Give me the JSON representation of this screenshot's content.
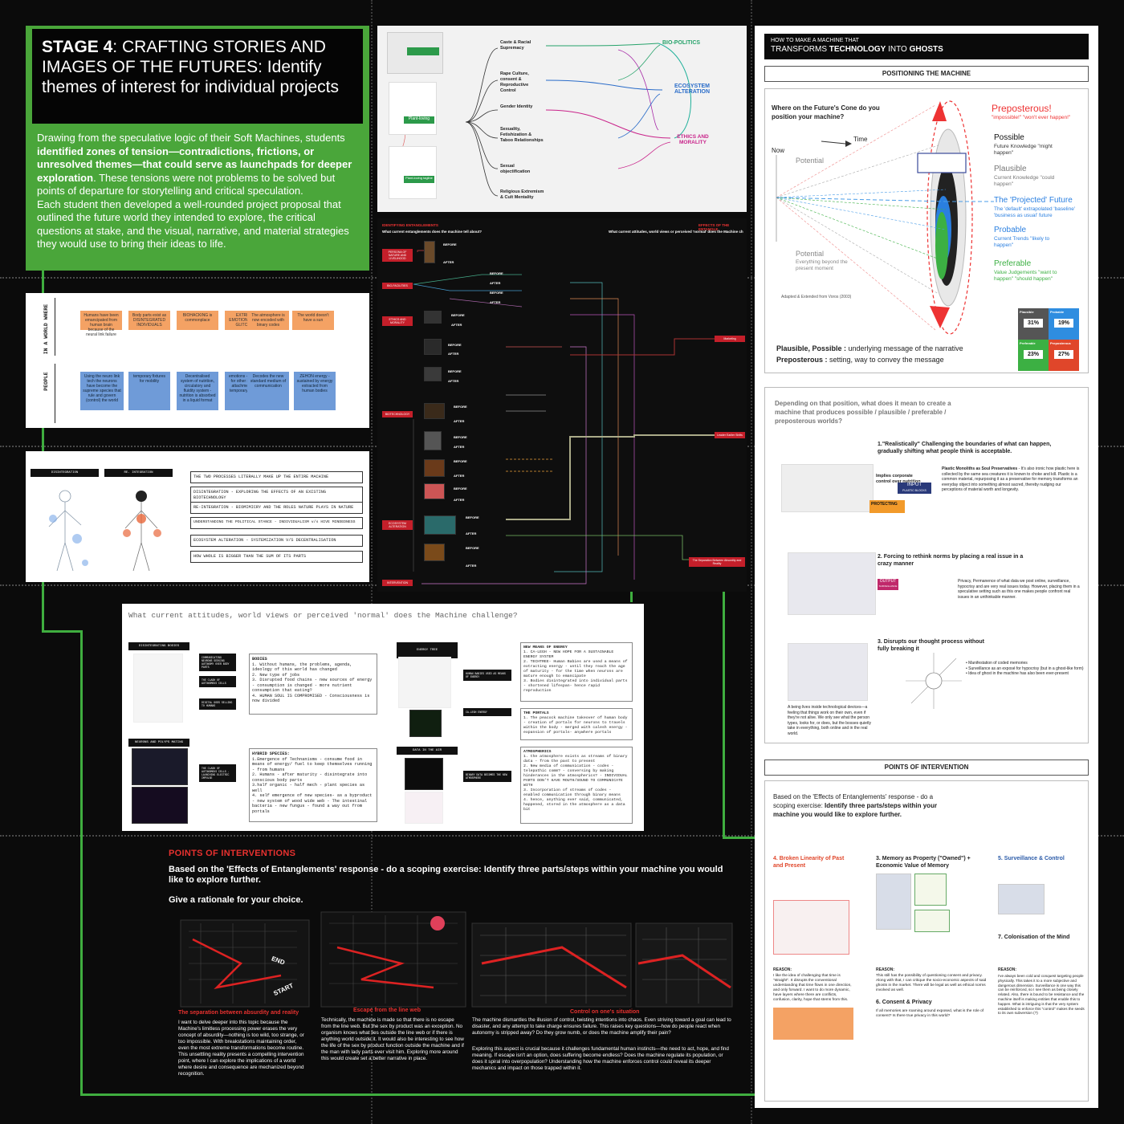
{
  "stage": {
    "title_lead": "STAGE 4",
    "title_rest": ": CRAFTING STORIES AND IMAGES OF THE FUTURES: Identify themes of interest for individual projects",
    "p1_a": "Drawing from the speculative logic of their Soft Machines, students ",
    "p1_b": "identified zones of tension—contradictions, frictions, or unresolved themes—that could serve as launchpads for deeper exploration",
    "p1_c": ". These tensions were not problems to be solved but points of departure for storytelling and critical speculation.",
    "p2": "Each student then developed a well-rounded project proposal that outlined the future world they intended to explore, the critical questions at stake, and the visual, narrative, and material strategies they would use to bring their ideas to life."
  },
  "mindmap": {
    "themes": [
      "Caste & Racial Supremacy",
      "Rape Culture, consent & Reproductive Control",
      "Gender Identity",
      "Sexuality, Fetishization & Taboo Relationships",
      "Sexual objectification",
      "Religious Extremism & Cult Mentality"
    ],
    "categories": [
      "BIO-POLITICS",
      "ECOSYSTEM ALTERATION",
      "ETHICS AND MORALITY"
    ],
    "card_labels": [
      "Plant-loving",
      "Plant-loving tagline"
    ]
  },
  "world": {
    "row1": "IN A WORLD WHERE",
    "row2": "PEOPLE",
    "orange": [
      "Humans have been emancipated from human brain because of the neural link failure",
      "Body parts exist as DISINTEGRATED INDIVIDUALS",
      "BIOHACKING is commonplace",
      "EXTREME EMOTIONS cause GLITCHES",
      "The atmosphere is now encoded with binary codes",
      "The world doesn't have a sun"
    ],
    "blue": [
      "Using the neuro link tech the neurons have become the supreme species that rule and govern (control) the world",
      "temporary fixtures for mobility",
      "Decentralised system of nutrition, circulatory and fluidity system - nutrition is absorbed in a liquid format",
      "emotions - feelings for other species attachment with temporary fixtures",
      "Decodes the new standard medium of communication",
      "ZEHON energy - sustained by energy extracted from human bodies"
    ]
  },
  "diag": {
    "h1": "DISINTEGRATION",
    "h2": "RE- INTEGRATION",
    "lines": [
      "THE TWO PROCESSES LITERALLY MAKE UP THE ENTIRE MACHINE",
      "DISINTEGRATION - EXPLORING THE EFFECTS OF AN EXISTING BIOTECHNOLOGY",
      "RE-INTEGRATION - BIOMIMICRY AND THE ROLES NATURE PLAYS IN NATURE",
      "UNDERSTANDING THE POLITICAL STANCE - INDIVIDUALISM v/s HIVE MINDEDNESS",
      "ECOSYSTEM ALTERATION - SYSTEMIZATION V/S DECENTRALISATION",
      "HOW WHOLE IS BIGGER THAN THE SUM OF ITS PARTS"
    ]
  },
  "entangle": {
    "left_title": "IDENTIFYING ENTANGLEMENTS",
    "left_q": "What current entanglements does the machine tell about?",
    "right_title": "EFFECTS OF THE ENTANGLE",
    "right_q": "What current attitudes, world views or perceived 'normal' does the Machine ch",
    "labels": [
      "PERSONA OF NATURE AND LIVELIHOOD",
      "BIO-FACILITIES",
      "ETHICS AND MORALITY",
      "BIOTECHNOLOGY",
      "ECOSYSTEM ALTERATION",
      "INTERVENTION"
    ],
    "right_labels": [
      "Marketing",
      "Leader Earlier Shifts",
      "The Separation Between Absurdity and Reality"
    ],
    "before": "BEFORE",
    "after": "AFTER"
  },
  "attitudes": {
    "question": "What current attitudes, world views or perceived 'normal' does the Machine challenge?",
    "tags": [
      "DISINTEGRATING BODIES",
      "NEURONS AND POLYPS MATING",
      "ENERGY TREE",
      "DATA IN THE AIR"
    ],
    "subtags": [
      "COMMUNICATING NEURONS SEEKING AUTONOMY OVER BODY PARTS",
      "THE CLASH OF AUTONOMOUS CELLS",
      "DIGITAL GODS SELLING TO HUMANS",
      "THE CLASH OF AUTONOMOUS CELLS - LAUNCHING ELECTRIC IMPULSE",
      "HUMAN BABIES USED AS MEANS OF ENERGY",
      "CA-LEGH ENERGY",
      "BINARY DATA BECOMES THE NEW ATMOSPHERE"
    ],
    "bodies_title": "BODIES",
    "bodies": "1. Without humans, the problems, agenda, ideology of this world has changed\n2. New type of jobs\n3. Disrupted food chains - new sources of energy - consumption is changed - more nutrient consumption that eating?\n4. HUMAN SOUL IS COMPROMISED - Consciousness is now divided",
    "hybrid_title": "HYBRID SPECIES:",
    "hybrid": "1.Emergence of Technanisms - consume food in means of energy/ fuel to keep themselves running - from humans\n2. Humans - after maturity - disintegrate into conscious body parts\n3.half organic - half mech - plant species as well\n4. self emergence of new species- as a byproduct - new system of wood wide web - The intestinal bacteria - new fungus - found a way out from portals",
    "energy_title": "NEW MEANS OF ENERGY",
    "energy": "1. CA-LEGH - NEW HOPE FOR A SUSTAINABLE ENERGY SYSTEM\n2. TECHTREE- Human Babies are used a means of extracting energy - until they reach the age of maturity - for the time when neurons are mature enough to emancipate\n3. Bodies disintegrated into individual parts - shortened lifespan- hence rapid reproduction",
    "portals_title": "THE PORTALS",
    "portals": "1. The peacock machine takeover of human body - creation of portals for neurons to travels within the body - merged with calesh energy - expansion of portals- anywhere portals",
    "atmo_title": "ATMOSPHERICS",
    "atmo": "1. the atmosphere exists as streams of binary data - from the past to present\n2. New media of communication - codes - telepathic comm? - conversing by making hinderances in the atmospherics? - INDIVIDUAL PARTS DON'T HAVE MOUTH/SOUND TO COMMUNICATE WITH\n3. Incorporation of streams of codes - enabled communication through binary means\n4. hence, anything ever said, communicated, happened, stored in the atmosphere as a data bit"
  },
  "interventions": {
    "title": "POINTS OF INTERVENTIONS",
    "lead": "Based on the 'Effects of Entanglements' response - do a scoping exercise:  Identify three parts/steps within your machine you would like to explore further.",
    "rationale": "Give a rationale for your choice.",
    "items": [
      {
        "title": "The separation between absurdity and reality",
        "text": "I want to delve deeper into this topic because the Machine's limitless processing power erases the very concept of absurdity—nothing is too wild, too strange, or too impossible. With breakstations maintaining order, even the most extreme transformations become routine. This unsettling reality presents a compelling intervention point, where I can explore the implications of a world where desire and consequence are mechanized beyond recognition."
      },
      {
        "title": "Escape from the line web",
        "text": "Technically, the machine is made so that there is no escape from the line web. But the sex by product was an exception. No organism knows what lies outside the line web or if there is anything world outside it.  It would also be interesting to see how the life of the sex by product function outside the machine and if the man with lady parts ever visit him. Exploring more around this would create set a better narrative in place."
      },
      {
        "title": "Control on one's situation",
        "text": "The machine dismantles the illusion of control, twisting intentions into chaos. Even striving toward a goal can lead to disaster, and any attempt to take charge ensures failure. This raises key questions—how do people react when autonomy is stripped away? Do they grow numb, or does the machine amplify their pain?",
        "text2": "Exploring this aspect is crucial because it challenges fundamental human instincts—the need to act, hope, and find meaning. If escape isn't an option, does suffering become endless? Does the machine regulate its population, or does it spiral into overpopulation? Understanding how the machine enforces control could reveal its deeper mechanics and impact on those trapped within it."
      }
    ],
    "img_labels": [
      "END",
      "START"
    ]
  },
  "ghosts": {
    "head_small": "HOW TO MAKE A MACHINE THAT",
    "head_big_a": "TRANSFORMS ",
    "head_big_b": "TECHNOLOGY",
    "head_big_c": " INTO ",
    "head_big_d": "GHOSTS",
    "positioning": "POSITIONING THE MACHINE",
    "cone_q": "Where on the Future's Cone do you position your machine?",
    "now": "Now",
    "time": "Time",
    "potential": "Potential",
    "potential2": "Potential",
    "potential2_sub": "Everything beyond the present moment",
    "preposterous": "Preposterous!",
    "preposterous_sub": "\"impossible!\" \"won't ever happen!\"",
    "possible": "Possible",
    "possible_sub": "Future Knowledge \"might happen\"",
    "plausible": "Plausible",
    "plausible_sub": "Current Knowledge \"could happen\"",
    "projected": "The 'Projected' Future",
    "projected_sub": "The 'default' extrapolated 'baseline' 'business as usual' future",
    "probable": "Probable",
    "probable_sub": "Current Trends \"likely to happen\"",
    "preferable": "Preferable",
    "preferable_sub": "Value Judgements \"want to happen\" \"should happen\"",
    "adapted": "Adapted & Extended from Voros (2003)",
    "grid": [
      {
        "label": "Plausible",
        "value": "31%",
        "color": "#555555"
      },
      {
        "label": "Probable",
        "value": "19%",
        "color": "#2f8de0"
      },
      {
        "label": "Preferable",
        "value": "23%",
        "color": "#3cb043"
      },
      {
        "label": "Preposterous",
        "value": "27%",
        "color": "#e0462a"
      }
    ],
    "msg1_b": "Plausible, Possible : ",
    "msg1": " underlying message of the narrative",
    "msg2_b": "Preposterous : ",
    "msg2": " setting, way to convey the message",
    "depend_q": "Depending on that position, what does it mean to create a machine that produces possible / plausible / preferable / preposterous worlds?",
    "s1": "1.\"Realistically\" Challenging the boundaries of what can happen, gradually shifting what people think is acceptable.",
    "s1_note_b": "Plastic Monoliths as Soul Preservatives",
    "s1_note": " - It's also ironic how plastic here is collected by the same sea creatures it is known to choke and kill. Plastic is a common material, repurposing it as a preservative for memory transforms an everyday object into something almost sacred, thereby nudging our perceptions of material worth and longevity.",
    "implies": "Implies corporate control over nutrition",
    "input": "INPUT",
    "input_sub": "PLASTIC BLOCKS",
    "protecting": "PROTECTING",
    "s2": "2. Forcing to rethink norms by placing a real issue in a crazy manner",
    "s2_note": "Privacy, Permanence of what data we post online, surveillance, hypocrisy and are very real issues today. However, placing them in a speculative setting such as this one makes people confront real issues in an unthinkable manner.",
    "output": "OUTPUT",
    "output_sub": "SURVEILLANCE",
    "s3": "3. Disrupts our thought process without fully breaking it",
    "s3_notes": "• Manifestation of coded memories\n• Surveillance as an exposé for hypocrisy (but in a ghost-like form)\n• Idea of ghost in the machine has also been ever-present",
    "s3_caption": "A being lives inside technological devices—a feeling that things work on their own, even if they're not alive. We only see what the person types, looks for, or does, but the bosses quietly take in everything, both online and in the real world.",
    "poi_title": "POINTS OF INTERVENTION",
    "poi_lead": "Based on the 'Effects of Entanglements' response - do a scoping exercise:",
    "poi_lead_b": "Identify three parts/steps within your machine you would like to explore further.",
    "c1_title": "4. Broken Linearity of Past and Present",
    "c2_title": "3. Memory as Property (\"Owned\") + Economic Value of Memory",
    "c3_title": "5. Surveillance & Control",
    "c4_title": "7. Colonisation of the Mind",
    "c5_title": "6. Consent & Privacy",
    "reason": "REASON:",
    "c1_reason": "I like the idea of challenging that time is \"straight\". It disrupts the conventional understanding that time flows in one direction, and only forward. I want to do more dynamic, have layers where there are conflicts, confusion, clarity, hope that stems from this.",
    "c2_reason": "This still has the possibility of questioning consent and privacy. Along with that, I can critique the socio-economic aspects of said ghosts in the market. There will be legal as well as ethical norms involved as well.",
    "c3_reason": "I've always been cold and conquest targeting people physically. This takes it to a more subjective and dangerous dimension. Surveillance is one way this can be reinforced, so I see them as being closely related. Also, there is bound to be resistance and the machine itself is making entities that enable this to happen. What is intriguing is that the very system established to enforce this \"control\" makes the seeds to its own subversion (?)",
    "c5_text": "If all memories are roaming around exposed, what is the role of consent? Is there true privacy in this world?"
  }
}
